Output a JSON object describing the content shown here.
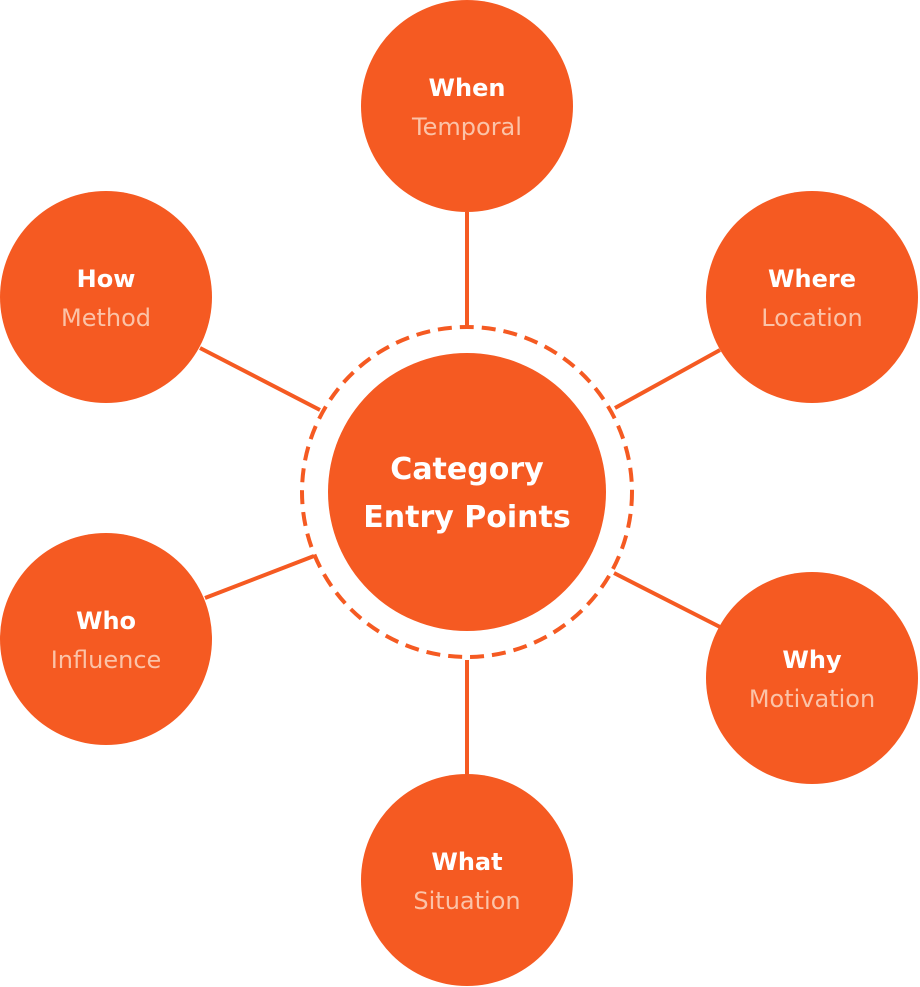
{
  "colors": {
    "primary": "#f55a22",
    "subtitle": "#fbc3a8",
    "background": "#ffffff"
  },
  "center": {
    "line1": "Category",
    "line2": "Entry Points"
  },
  "nodes": [
    {
      "title": "When",
      "subtitle": "Temporal"
    },
    {
      "title": "Where",
      "subtitle": "Location"
    },
    {
      "title": "Why",
      "subtitle": "Motivation"
    },
    {
      "title": "What",
      "subtitle": "Situation"
    },
    {
      "title": "Who",
      "subtitle": "Influence"
    },
    {
      "title": "How",
      "subtitle": "Method"
    }
  ]
}
